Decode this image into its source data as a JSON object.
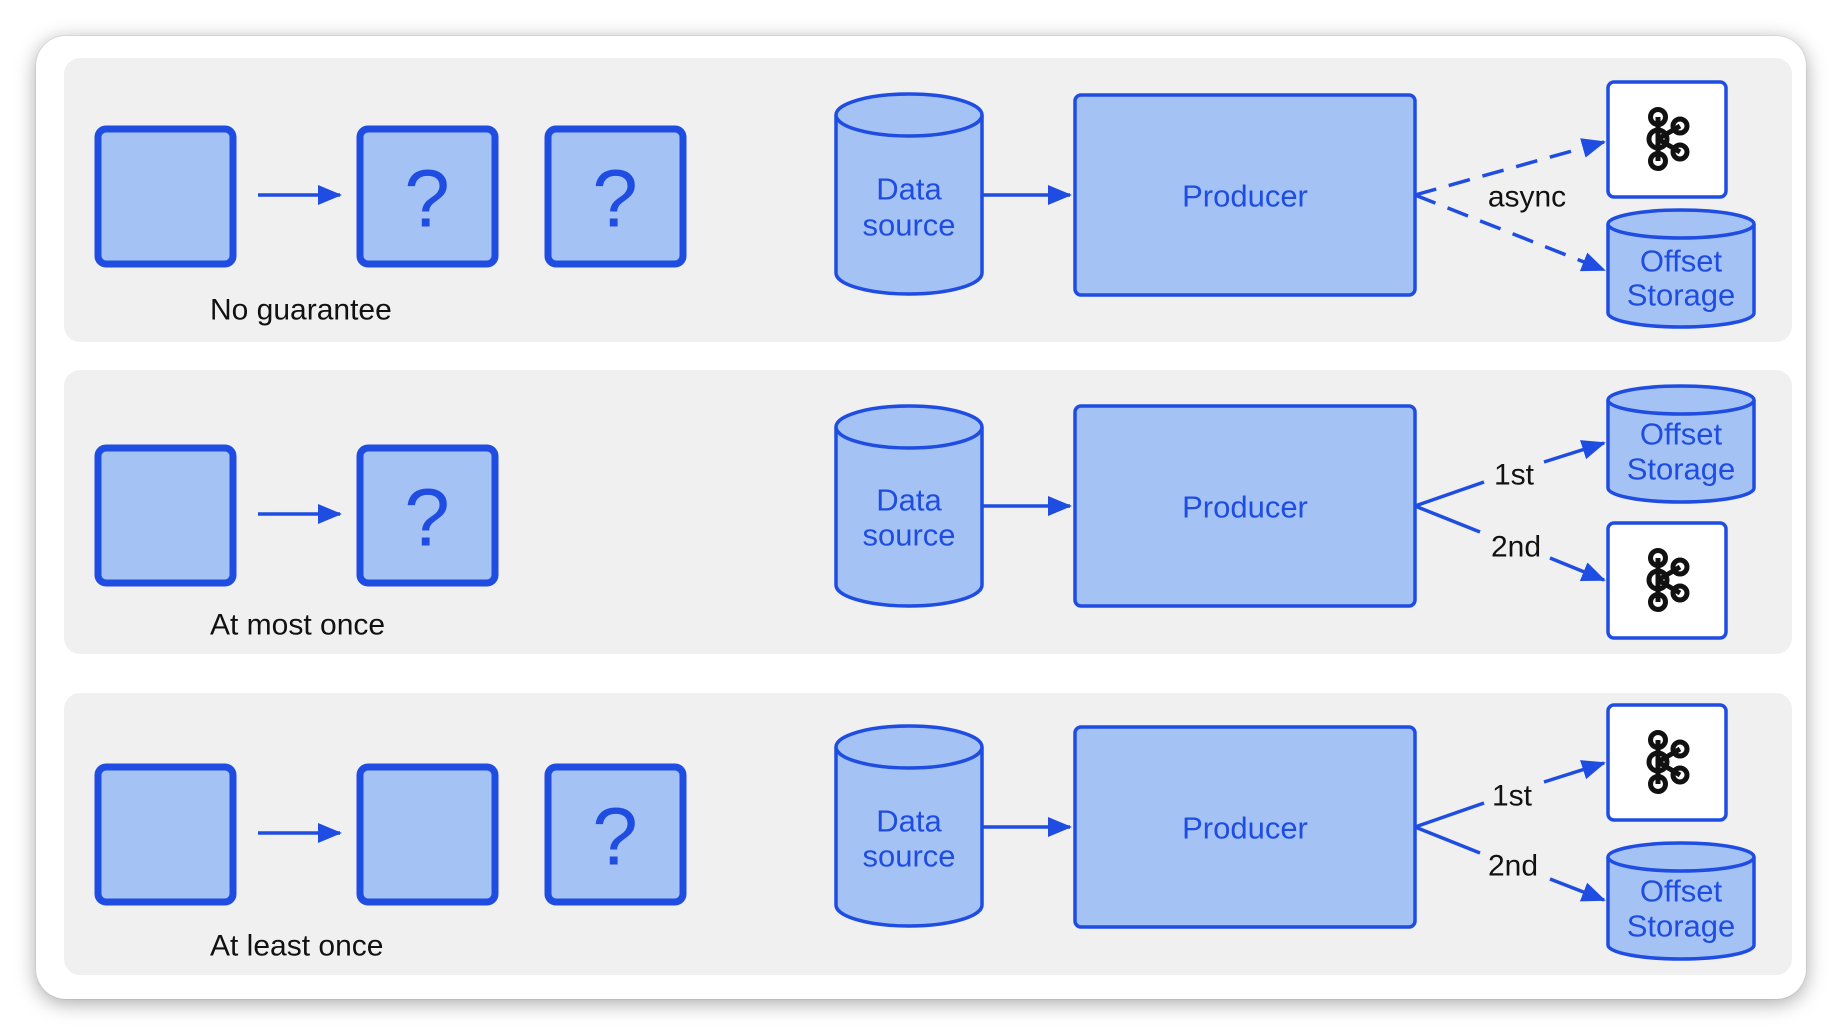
{
  "colors": {
    "accent": "#1f4de2",
    "fill": "#a4c2f4",
    "panel": "#f0f0f0"
  },
  "icons": {
    "broker": "kafka-icon",
    "store": "database-cylinder-icon"
  },
  "rows": [
    {
      "caption": "No guarantee",
      "squares": [
        {
          "mark": ""
        },
        {
          "mark": "?"
        },
        {
          "mark": "?"
        }
      ],
      "source": [
        "Data",
        "source"
      ],
      "producer": "Producer",
      "branch_style": "dashed",
      "branch_labels": [
        "async"
      ],
      "top_target": "kafka",
      "bottom_target": "offset",
      "offset": [
        "Offset",
        "Storage"
      ]
    },
    {
      "caption": "At most once",
      "squares": [
        {
          "mark": ""
        },
        {
          "mark": "?"
        }
      ],
      "source": [
        "Data",
        "source"
      ],
      "producer": "Producer",
      "branch_style": "solid",
      "branch_labels": [
        "1st",
        "2nd"
      ],
      "top_target": "offset",
      "bottom_target": "kafka",
      "offset": [
        "Offset",
        "Storage"
      ]
    },
    {
      "caption": "At least once",
      "squares": [
        {
          "mark": ""
        },
        {
          "mark": ""
        },
        {
          "mark": "?"
        }
      ],
      "source": [
        "Data",
        "source"
      ],
      "producer": "Producer",
      "branch_style": "solid",
      "branch_labels": [
        "1st",
        "2nd"
      ],
      "top_target": "kafka",
      "bottom_target": "offset",
      "offset": [
        "Offset",
        "Storage"
      ]
    }
  ]
}
